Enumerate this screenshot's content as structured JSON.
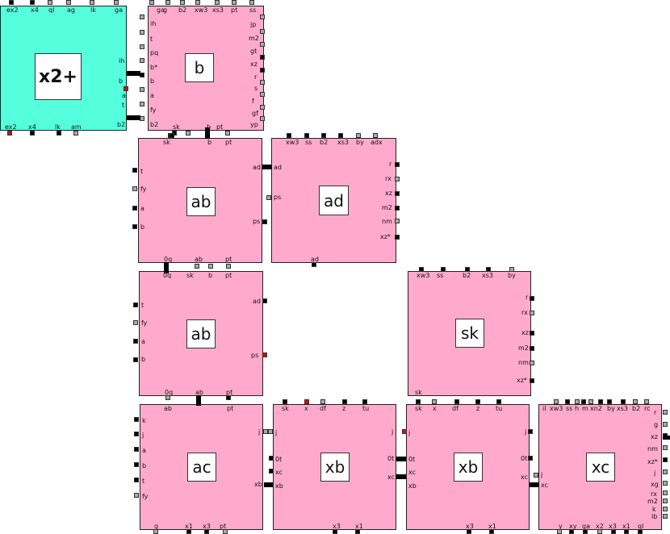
{
  "blocks": [
    {
      "id": "x2plus",
      "title": "x2+",
      "fill": "cyan",
      "bold": true,
      "top": [
        "ex2",
        "x4",
        "ql",
        "ag",
        "lk",
        "ga"
      ],
      "bottom": [
        "ex2",
        "x4",
        "lk",
        "am"
      ],
      "right": [
        "ih",
        "b",
        "a",
        "t",
        "b2"
      ],
      "left": []
    },
    {
      "id": "b",
      "title": "b",
      "fill": "pink",
      "top": [
        "ga",
        "g",
        "b2",
        "xw3",
        "xs3",
        "pt",
        "ss"
      ],
      "bottom": [
        "sk",
        "b",
        "pt"
      ],
      "left": [
        "ih",
        "t",
        "pq",
        "b*",
        "b",
        "a",
        "fy",
        "b2"
      ],
      "right": [
        "jp",
        "m2",
        "gt",
        "xz",
        "r",
        "s",
        "f",
        "gf",
        "yp"
      ]
    },
    {
      "id": "ab1",
      "title": "ab",
      "fill": "pink",
      "top": [
        "sk",
        "b",
        "pt"
      ],
      "bottom": [
        "0q",
        "ab",
        "pt"
      ],
      "left": [
        "t",
        "fy",
        "a",
        "b"
      ],
      "right": [
        "ad",
        "ps"
      ]
    },
    {
      "id": "ad",
      "title": "ad",
      "fill": "pink",
      "top": [
        "xw3",
        "ss",
        "b2",
        "xs3",
        "by",
        "adx"
      ],
      "bottom": [
        "ad"
      ],
      "left": [
        "ad",
        "ps"
      ],
      "right": [
        "r",
        "rx",
        "xz",
        "m2",
        "nm",
        "xz*"
      ]
    },
    {
      "id": "ab2",
      "title": "ab",
      "fill": "pink",
      "top": [
        "0q",
        "sk",
        "b",
        "pt"
      ],
      "bottom": [
        "0q",
        "ab",
        "pt"
      ],
      "left": [
        "t",
        "fy",
        "a",
        "b"
      ],
      "right": [
        "ad",
        "ps"
      ]
    },
    {
      "id": "sk",
      "title": "sk",
      "fill": "pink",
      "top": [
        "xw3",
        "ss",
        "b2",
        "xs3",
        "by"
      ],
      "bottom": [
        "sk"
      ],
      "left": [],
      "right": [
        "r",
        "rx",
        "xz",
        "m2",
        "nm",
        "xz*"
      ]
    },
    {
      "id": "ac",
      "title": "ac",
      "fill": "pink",
      "top": [
        "ab",
        "pt"
      ],
      "bottom": [
        "g",
        "x1",
        "x3",
        "pt"
      ],
      "left": [
        "k",
        "j",
        "a",
        "b",
        "t",
        "fy"
      ],
      "right": [
        "j",
        "xb"
      ]
    },
    {
      "id": "xb1",
      "title": "xb",
      "fill": "pink",
      "top": [
        "sk",
        "x",
        "df",
        "z",
        "tu"
      ],
      "bottom": [
        "x3",
        "x1"
      ],
      "left": [
        "j",
        "0t",
        "xc",
        "xb"
      ],
      "right": [
        "j",
        "0t",
        "xc"
      ]
    },
    {
      "id": "xb2",
      "title": "xb",
      "fill": "pink",
      "top": [
        "sk",
        "x",
        "df",
        "z",
        "tu"
      ],
      "bottom": [
        "x3",
        "x1"
      ],
      "left": [
        "j",
        "0t",
        "xc",
        "xb"
      ],
      "right": [
        "j",
        "0t",
        "xc"
      ]
    },
    {
      "id": "xc",
      "title": "xc",
      "fill": "pink",
      "top": [
        "il",
        "xw3",
        "ss",
        "h",
        "m",
        "xn2",
        "by",
        "xs3",
        "b2",
        "rc"
      ],
      "bottom": [
        "y",
        "xy",
        "ga",
        "x2",
        "x3",
        "x1",
        "ql"
      ],
      "left": [
        "j",
        "xc"
      ],
      "right": [
        "r",
        "g",
        "xz",
        "nm",
        "xz*",
        "j",
        "xg",
        "rx",
        "m2",
        "k",
        "lb"
      ]
    }
  ]
}
